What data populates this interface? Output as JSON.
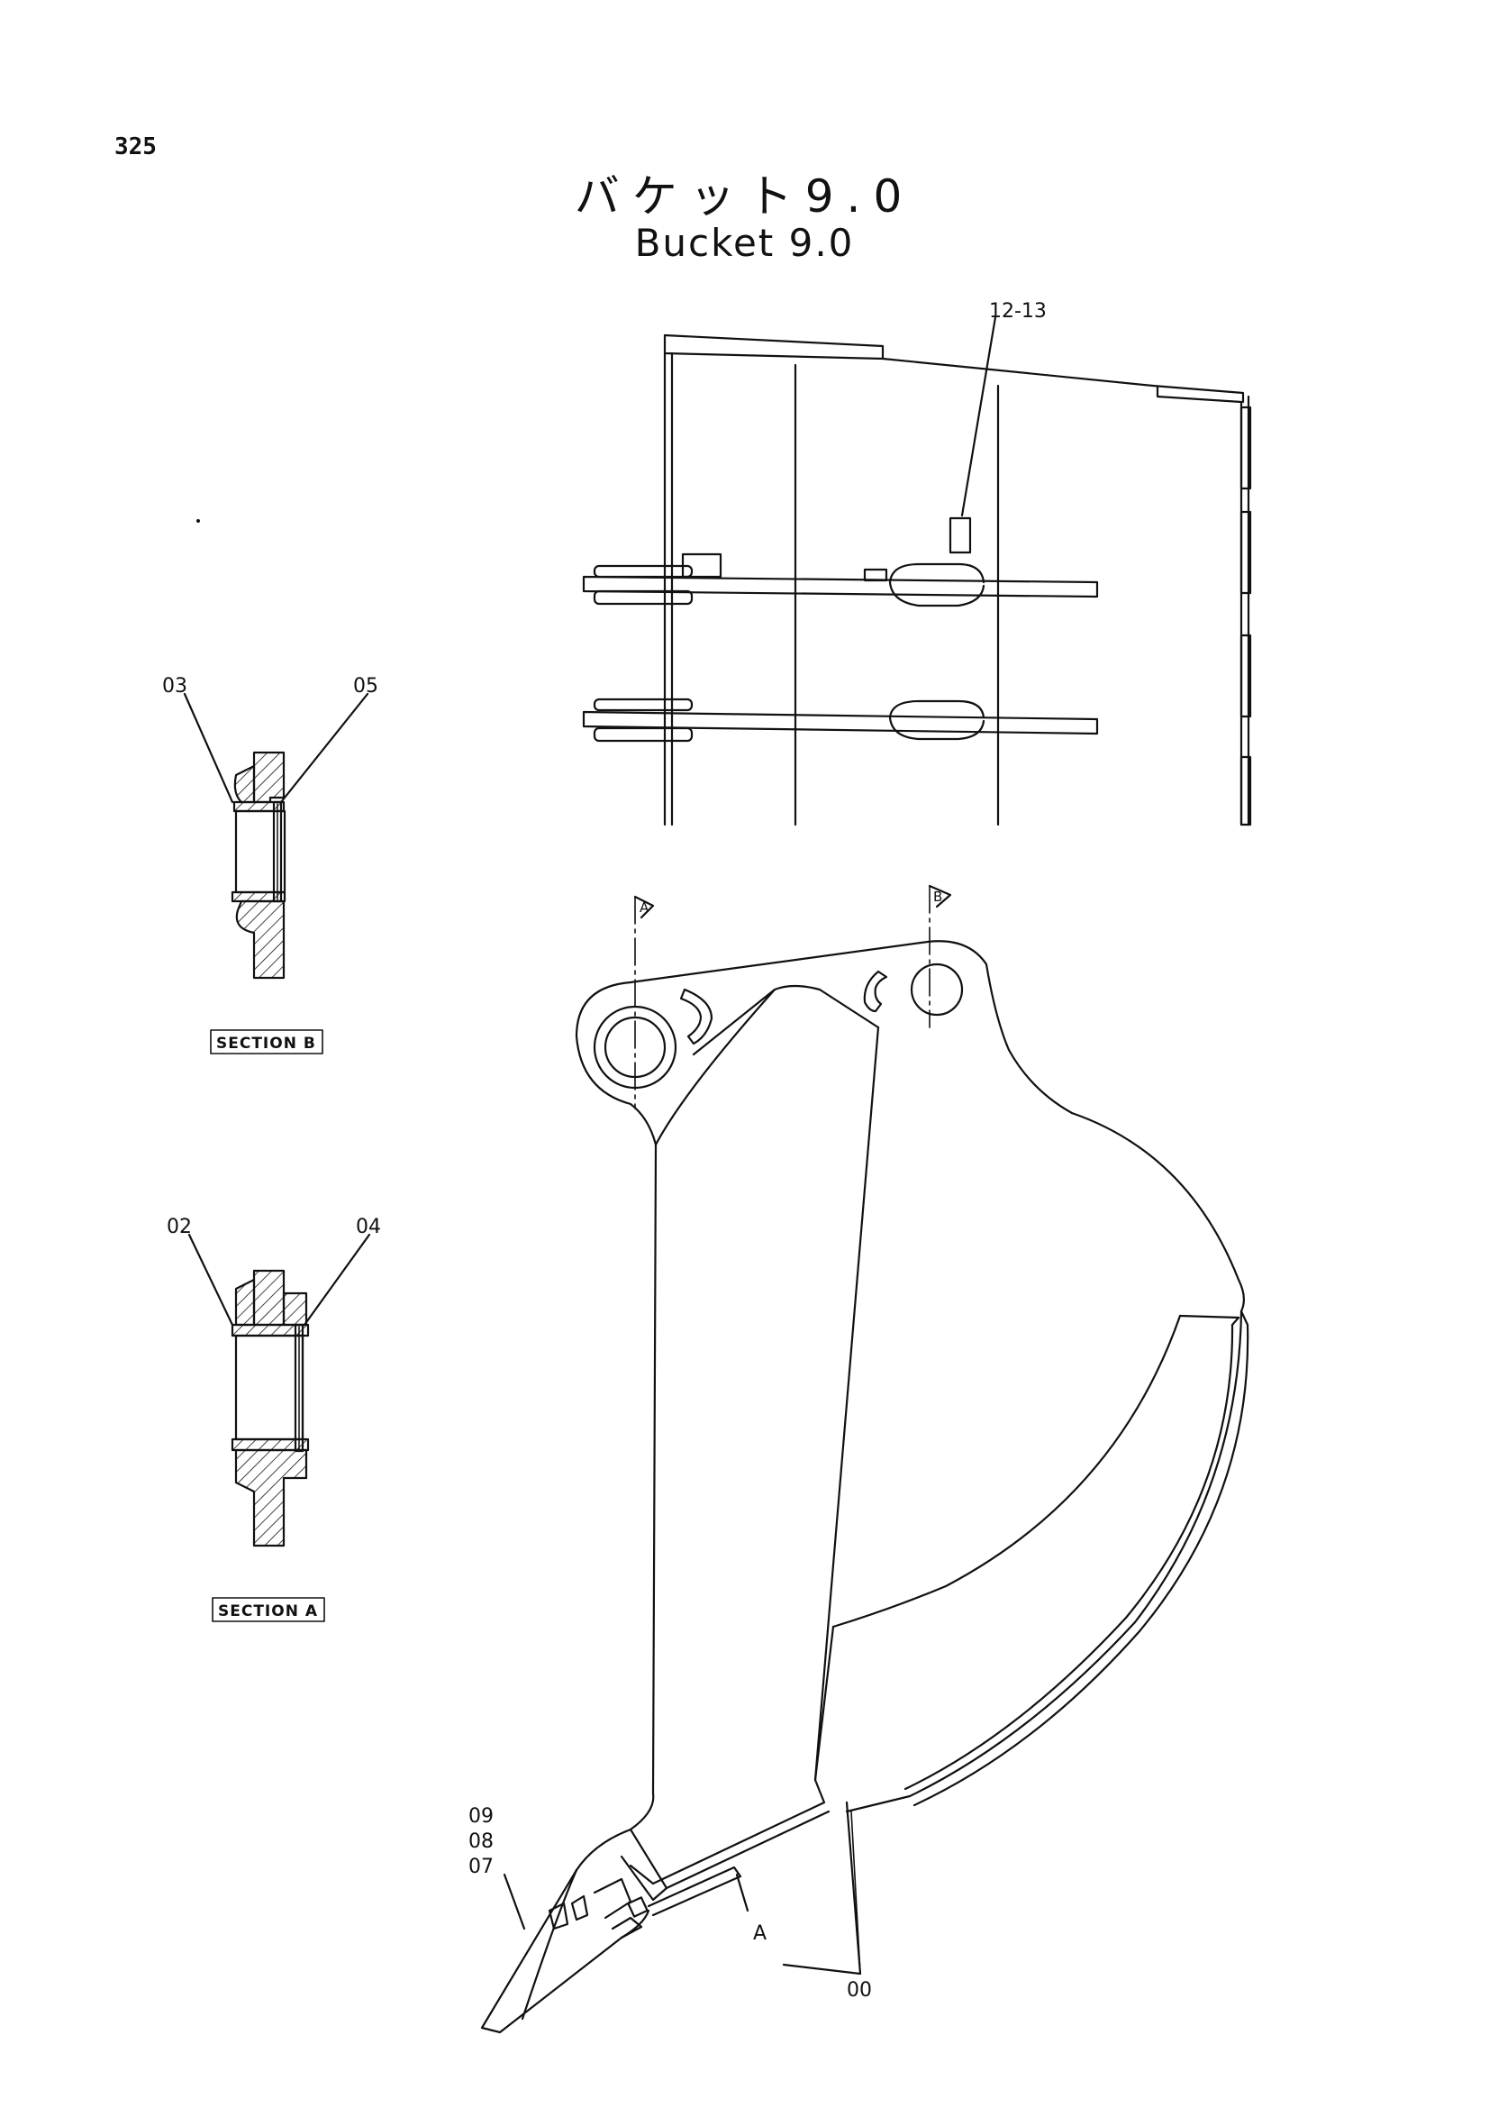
{
  "page_number": "325",
  "title_ja": "バケット9.0",
  "title_en": "Bucket 9.0",
  "callouts": {
    "decal": "12-13",
    "pin_ring_b_left": "03",
    "pin_ring_b_right": "05",
    "pin_ring_a_left": "02",
    "pin_ring_a_right": "04",
    "tooth_set_top": "09",
    "tooth_set_mid": "08",
    "tooth_set_bottom": "07",
    "bucket_body": "00",
    "weld_mark": "A",
    "section_marker_a": "A",
    "section_marker_b": "B"
  },
  "sections": {
    "section_b_label": "SECTION B",
    "section_a_label": "SECTION A"
  }
}
